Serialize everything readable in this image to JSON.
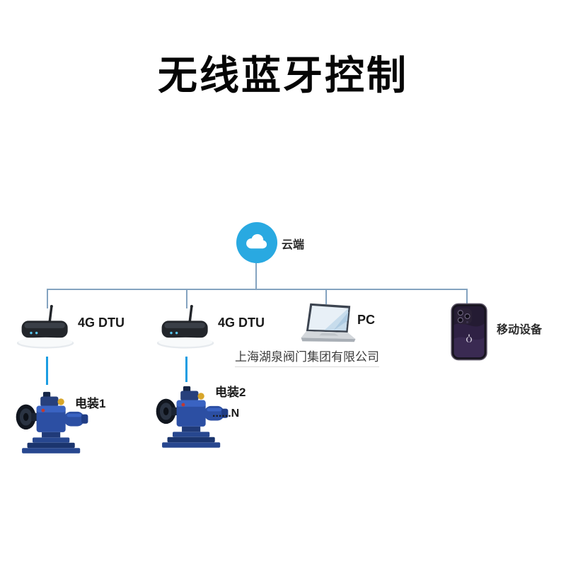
{
  "page": {
    "title": "无线蓝牙控制",
    "watermark": "上海湖泉阀门集团有限公司"
  },
  "nodes": {
    "cloud": {
      "label": "云端",
      "icon": "cloud-icon"
    },
    "dtu1": {
      "label": "4G DTU",
      "icon": "router-icon"
    },
    "dtu2": {
      "label": "4G DTU",
      "icon": "router-icon"
    },
    "pc": {
      "label": "PC",
      "icon": "laptop-icon"
    },
    "mobile": {
      "label": "移动设备",
      "icon": "smartphone-icon"
    },
    "actuator1": {
      "label": "电装1",
      "icon": "valve-actuator-icon"
    },
    "actuator2": {
      "label": "电装2",
      "sublabel": "......N",
      "icon": "valve-actuator-icon"
    }
  },
  "colors": {
    "cloud_blue": "#29a9e1",
    "link_blue": "#1b9de2",
    "tree_connector": "#84a3c0",
    "title_black": "#050505"
  }
}
